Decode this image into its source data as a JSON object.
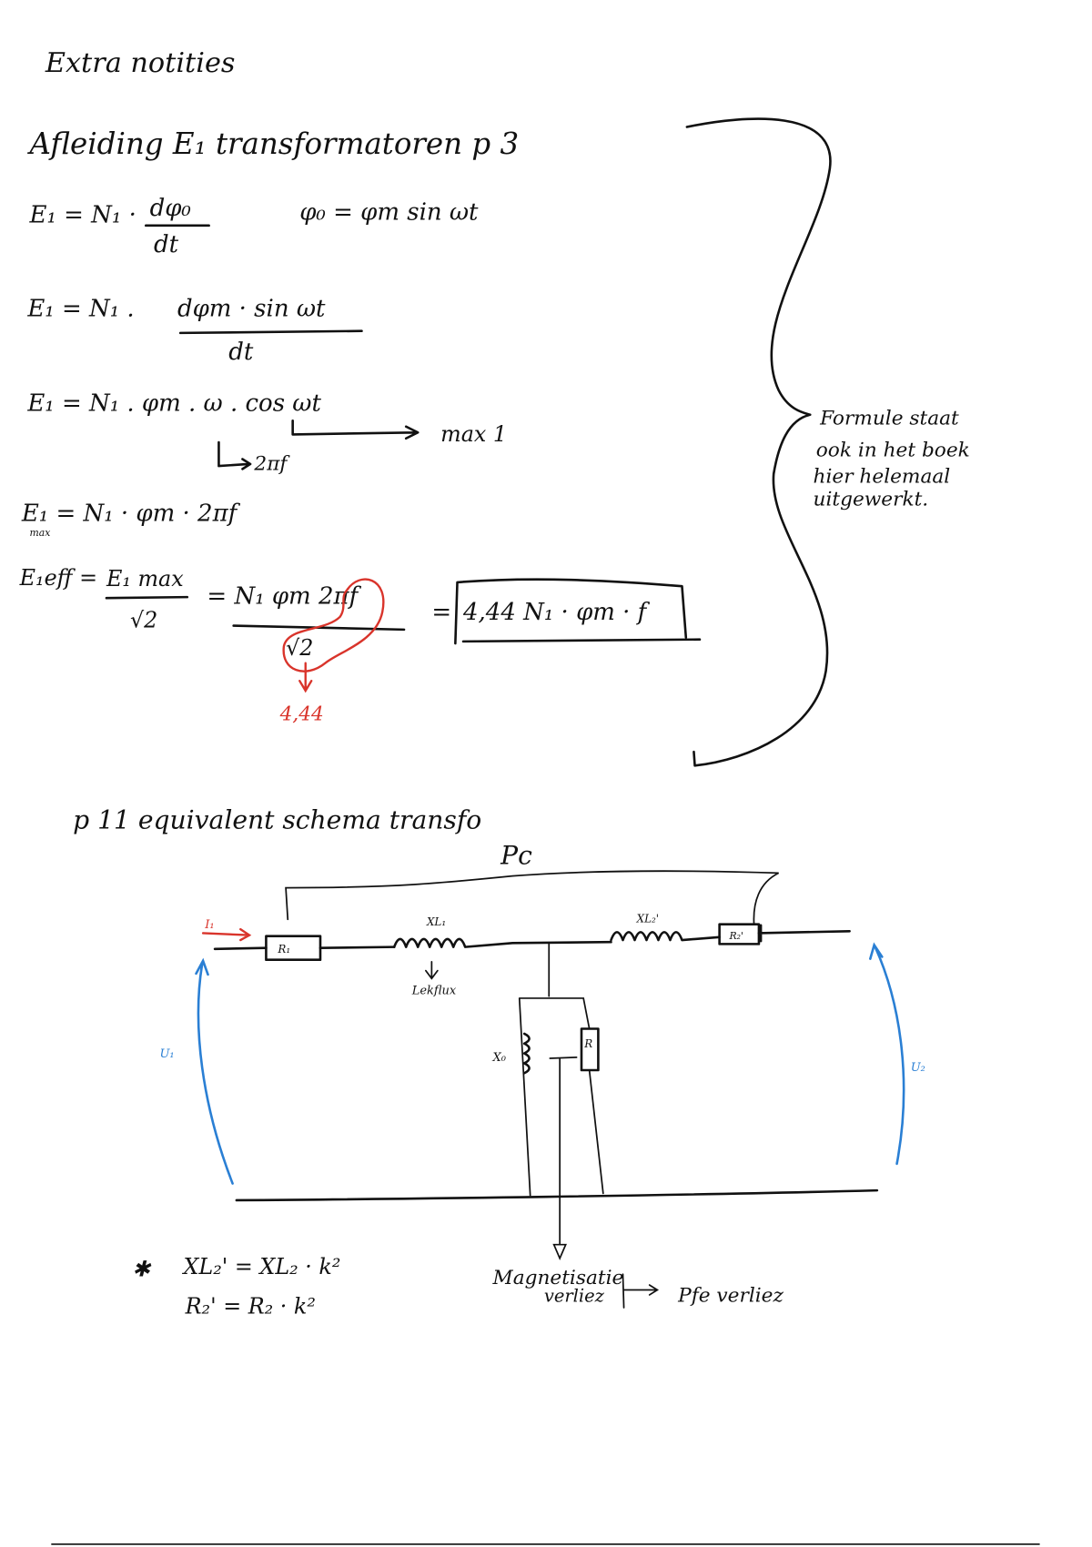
{
  "title": "Extra notities",
  "derivation": {
    "heading": "Afleiding E₁ transformatoren p 3",
    "eq1_lhs": "E₁ = N₁ ·",
    "eq1_num": "dφ₀",
    "eq1_den": "dt",
    "eq1_side": "φ₀ = φm sin ωt",
    "eq2_lhs": "E₁ = N₁ .",
    "eq2_num": "dφm · sin ωt",
    "eq2_den": "dt",
    "eq3": "E₁ = N₁ . φm . ω . cos ωt",
    "eq3_note_cos": "max 1",
    "eq3_note_omega": "2πf",
    "eq4": "E₁ = N₁ · φm · 2πf",
    "eq4_sub": "max",
    "eq5_lhs": "E₁eff =",
    "eq5_num1": "E₁ max",
    "eq5_den1": "√2",
    "eq5_eq": "= N₁ φm 2πf",
    "eq5_den2": "√2",
    "eq5_result_eq": "=",
    "eq5_result": "4,44 N₁ · φm · f",
    "red_note": "4,44"
  },
  "side_note": {
    "lines": [
      "Formule staat",
      "ook in het boek",
      "hier helemaal",
      "uitgewerkt."
    ]
  },
  "circuit": {
    "heading": "p 11 equivalent schema transfo",
    "pc_label": "Pc",
    "i1_label": "I₁",
    "r1_label": "R₁",
    "xl1_label": "XL₁",
    "xl2_label": "XL₂'",
    "r2_label": "R₂'",
    "lekflux_label": "Lekflux",
    "x0_label": "X₀",
    "r_label": "R",
    "u1_label": "U₁",
    "u2_label": "U₂",
    "magnetisatie_label_1": "Magnetisatie",
    "magnetisatie_label_2": "verliez",
    "pfe_label": "Pfe verliez"
  },
  "footnotes": {
    "star": "✱",
    "line1": "XL₂' = XL₂ · k²",
    "line2": "R₂' = R₂ · k²"
  },
  "colors": {
    "ink": "#111111",
    "red": "#d9342b",
    "blue": "#2a7fd4"
  }
}
